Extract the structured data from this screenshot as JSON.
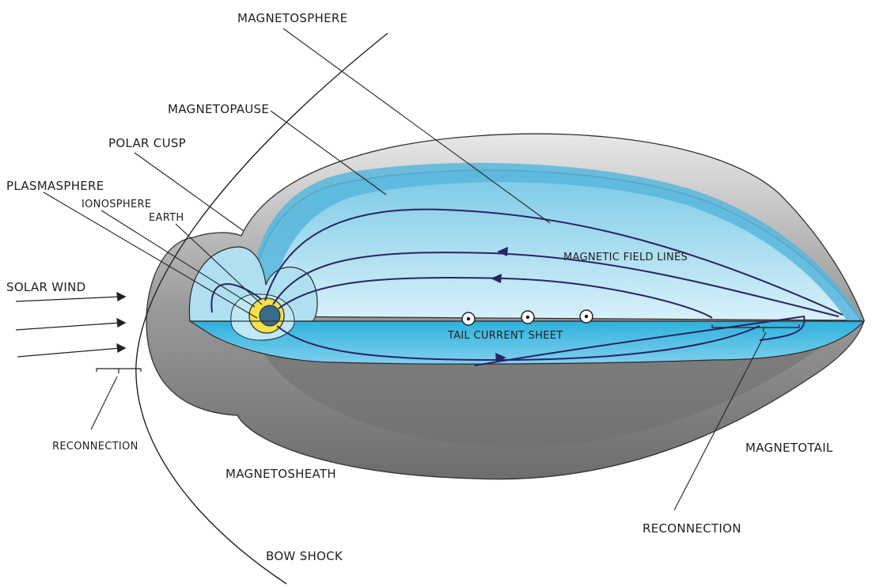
{
  "labels": {
    "magnetosphere": "MAGNETOSPHERE",
    "magnetopause": "MAGNETOPAUSE",
    "polar_cusp": "POLAR CUSP",
    "plasmasphere": "PLASMASPHERE",
    "ionosphere": "IONOSPHERE",
    "earth": "EARTH",
    "solar_wind": "SOLAR WIND",
    "reconnection_left": "RECONNECTION",
    "magnetosheath": "MAGNETOSHEATH",
    "bow_shock": "BOW SHOCK",
    "magnetic_field_lines": "MAGNETIC FIELD LINES",
    "tail_current_sheet": "TAIL CURRENT SHEET",
    "magnetotail": "MAGNETOTAIL",
    "reconnection_right": "RECONNECTION"
  },
  "colors": {
    "sheath_outer": "#d6d6d6",
    "sheath_shadow": "#7a7a7a",
    "magnetosphere_light": "#d9f3fb",
    "magnetosphere_blue": "#6ccbea",
    "tail_sheet_blue": "#2fb3e0",
    "field_line": "#2a2466",
    "earth_yellow": "#f3e24a",
    "earth_core": "#3a6b8a"
  }
}
